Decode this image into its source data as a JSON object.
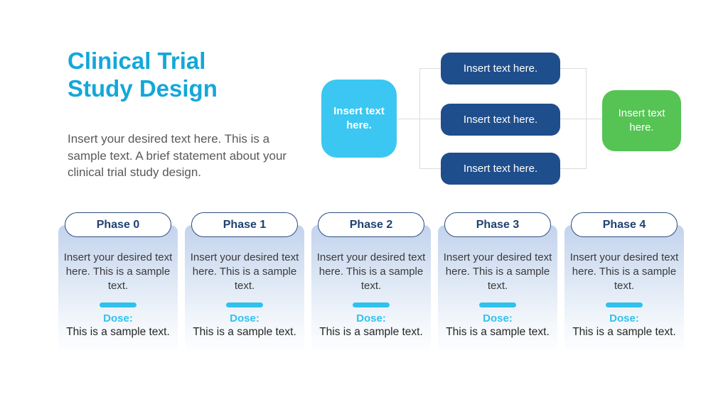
{
  "slide": {
    "title": "Clinical Trial Study Design",
    "description": "Insert your desired text here. This is a sample text. A brief statement about your clinical trial study design."
  },
  "flowchart": {
    "start": {
      "label": "Insert text here."
    },
    "middle": [
      {
        "label": "Insert text here."
      },
      {
        "label": "Insert text here."
      },
      {
        "label": "Insert text here."
      }
    ],
    "end": {
      "label": "Insert text here."
    }
  },
  "phases": [
    {
      "label": "Phase 0",
      "body": "Insert your desired text here. This is a sample text.",
      "dose_label": "Dose:",
      "dose_value": "This is a sample text."
    },
    {
      "label": "Phase 1",
      "body": "Insert your desired text here. This is a sample text.",
      "dose_label": "Dose:",
      "dose_value": "This is a sample text."
    },
    {
      "label": "Phase 2",
      "body": "Insert your desired text here. This is a sample text.",
      "dose_label": "Dose:",
      "dose_value": "This is a sample text."
    },
    {
      "label": "Phase 3",
      "body": "Insert your desired text here. This is a sample text.",
      "dose_label": "Dose:",
      "dose_value": "This is a sample text."
    },
    {
      "label": "Phase 4",
      "body": "Insert your desired text here. This is a sample text.",
      "dose_label": "Dose:",
      "dose_value": "This is a sample text."
    }
  ],
  "colors": {
    "title_cyan": "#14A7DA",
    "accent_cyan": "#30C1EE",
    "start_box_cyan": "#3BC7F2",
    "middle_box_navy": "#1F4E8C",
    "end_box_green": "#55C454",
    "pill_border_navy": "#2B4C7E",
    "phase_text_navy": "#1F4170",
    "card_gradient_top": "#C3D3ED",
    "body_gray": "#595959",
    "connector_gray": "#DCDCDC"
  }
}
